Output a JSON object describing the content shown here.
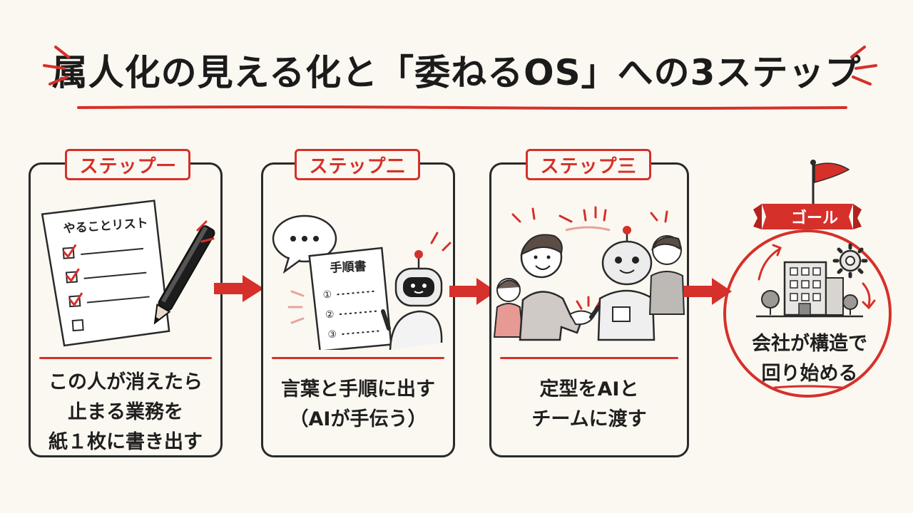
{
  "title": "属人化の見える化と「委ねるOS」への3ステップ",
  "steps": [
    {
      "tag": "ステップ一",
      "illustration_label": "やることリスト",
      "lines": [
        "この人が消えたら",
        "止まる業務を",
        "紙１枚に書き出す"
      ]
    },
    {
      "tag": "ステップ二",
      "illustration_label": "手順書",
      "bubble": "…",
      "list_marks": [
        "①",
        "②",
        "③"
      ],
      "lines": [
        "言葉と手順に出す",
        "（AIが手伝う）"
      ]
    },
    {
      "tag": "ステップ三",
      "lines": [
        "定型をAIと",
        "チームに渡す"
      ]
    }
  ],
  "goal": {
    "label": "ゴール",
    "lines": [
      "会社が構造で",
      "回り始める"
    ]
  },
  "colors": {
    "accent": "#d6302a",
    "ink": "#1f1f1f",
    "background": "#fbf8f1"
  }
}
